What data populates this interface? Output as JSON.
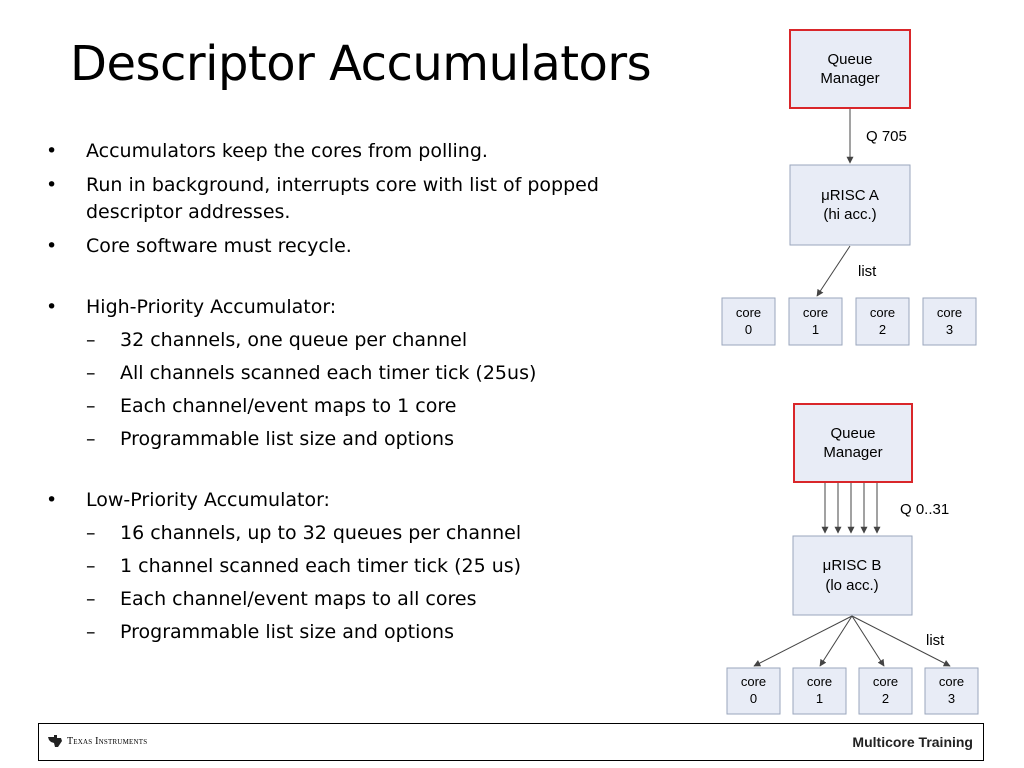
{
  "title": "Descriptor Accumulators",
  "bullets": [
    {
      "marker": "•",
      "text": "Accumulators keep the cores from polling."
    },
    {
      "marker": "•",
      "text": "Run in background, interrupts core with list of popped descriptor addresses."
    },
    {
      "marker": "•",
      "text": "Core software must recycle."
    },
    {
      "marker": "•",
      "text": "High-Priority Accumulator:"
    },
    {
      "marker": "–",
      "text": "32 channels, one queue per channel"
    },
    {
      "marker": "–",
      "text": "All channels scanned each timer tick (25us)"
    },
    {
      "marker": "–",
      "text": "Each channel/event maps to 1 core"
    },
    {
      "marker": "–",
      "text": "Programmable list size and options"
    },
    {
      "marker": "•",
      "text": "Low-Priority Accumulator:"
    },
    {
      "marker": "–",
      "text": "16 channels, up to 32 queues per channel"
    },
    {
      "marker": "–",
      "text": "1 channel scanned each timer tick (25 us)"
    },
    {
      "marker": "–",
      "text": "Each channel/event maps to all cores"
    },
    {
      "marker": "–",
      "text": "Programmable list size and options"
    }
  ],
  "diagram_top": {
    "qm_line1": "Queue",
    "qm_line2": "Manager",
    "queue_label": "Q 705",
    "risc_line1": "μRISC A",
    "risc_line2": "(hi acc.)",
    "list_label": "list",
    "cores": [
      {
        "l1": "core",
        "l2": "0"
      },
      {
        "l1": "core",
        "l2": "1"
      },
      {
        "l1": "core",
        "l2": "2"
      },
      {
        "l1": "core",
        "l2": "3"
      }
    ]
  },
  "diagram_bottom": {
    "qm_line1": "Queue",
    "qm_line2": "Manager",
    "queue_label": "Q 0..31",
    "risc_line1": "μRISC B",
    "risc_line2": "(lo acc.)",
    "list_label": "list",
    "cores": [
      {
        "l1": "core",
        "l2": "0"
      },
      {
        "l1": "core",
        "l2": "1"
      },
      {
        "l1": "core",
        "l2": "2"
      },
      {
        "l1": "core",
        "l2": "3"
      }
    ]
  },
  "footer": {
    "company": "Texas Instruments",
    "course": "Multicore Training"
  },
  "colors": {
    "box_fill": "#e8ecf6",
    "box_stroke": "#9aa6bc",
    "qm_stroke": "#d9262a",
    "arrow": "#444444"
  }
}
